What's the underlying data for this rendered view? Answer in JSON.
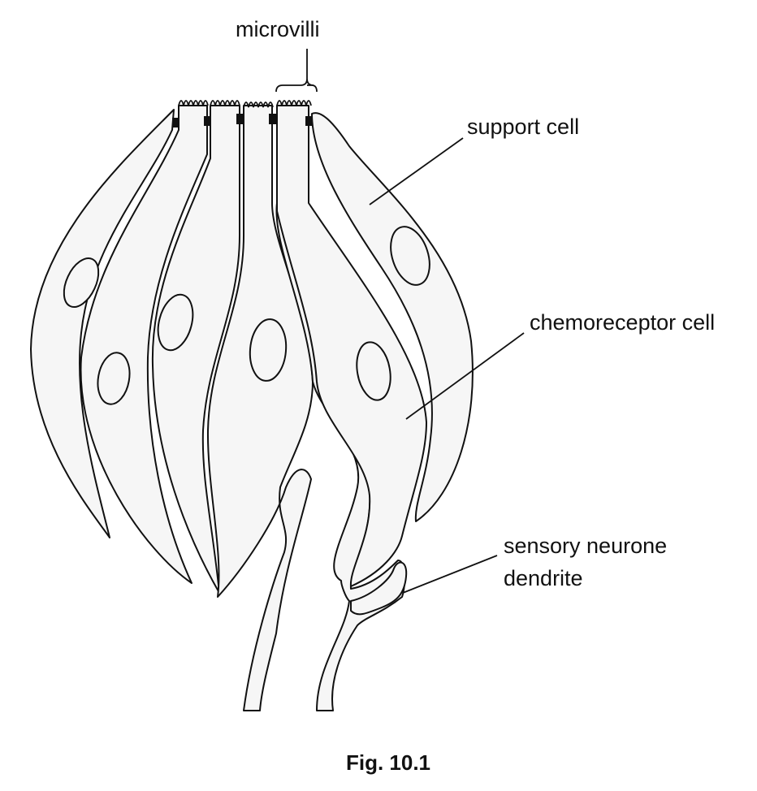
{
  "labels": {
    "microvilli": "microvilli",
    "support_cell": "support cell",
    "chemoreceptor_cell": "chemoreceptor cell",
    "sensory_neurone_line1": "sensory neurone",
    "sensory_neurone_line2": "dendrite"
  },
  "caption": "Fig. 10.1"
}
